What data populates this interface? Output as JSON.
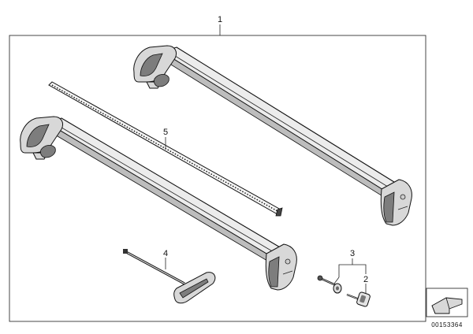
{
  "callouts": {
    "main": "1",
    "key": "2",
    "bolt_set": "3",
    "tool": "4",
    "strip": "5"
  },
  "diagram_id": "00153364",
  "colors": {
    "line": "#111111",
    "part_fill": "#ececec",
    "part_shade": "#bdbdbd"
  }
}
